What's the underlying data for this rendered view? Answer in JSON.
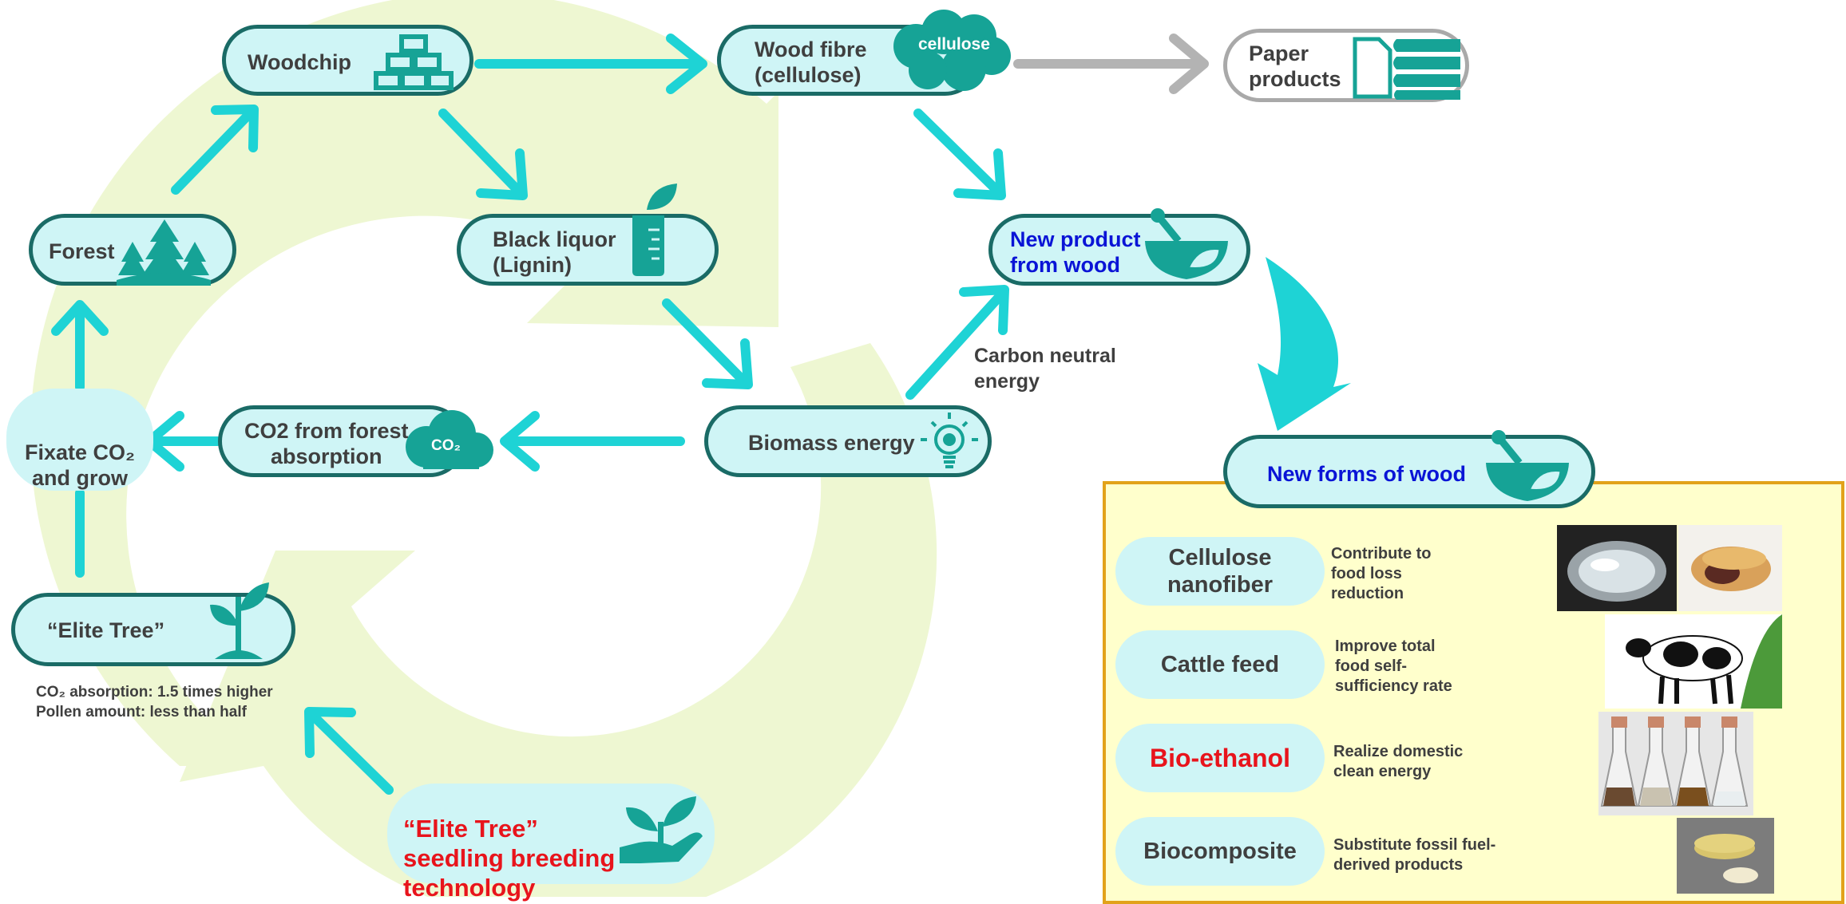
{
  "nodes": {
    "woodchip": "Woodchip",
    "wood_fibre": "Wood fibre\n(cellulose)",
    "cellulose_cloud": "cellulose",
    "paper_products": "Paper\nproducts",
    "forest": "Forest",
    "black_liquor": "Black liquor\n(Lignin)",
    "new_product": "New product\nfrom wood",
    "biomass_energy": "Biomass energy",
    "co2_forest": "CO2 from forest\nabsorption",
    "co2_cloud": "CO₂",
    "fixate": "Fixate CO₂\nand grow",
    "elite_tree": "“Elite Tree”",
    "elite_seedling": "“Elite Tree”\nseedling breeding\ntechnology"
  },
  "notes": {
    "carbon_neutral": "Carbon neutral\nenergy",
    "elite_stats": "CO₂ absorption: 1.5 times higher\nPollen amount: less than half"
  },
  "new_forms": {
    "title": "New forms of wood",
    "items": [
      {
        "label": "Cellulose\nnanofiber",
        "desc": "Contribute to\nfood loss\nreduction"
      },
      {
        "label": "Cattle feed",
        "desc": "Improve total\nfood self-\nsufficiency rate"
      },
      {
        "label": "Bio-ethanol",
        "desc": "Realize domestic\nclean energy"
      },
      {
        "label": "Biocomposite",
        "desc": "Substitute fossil fuel-\nderived products"
      }
    ]
  },
  "colors": {
    "teal_arrow": "#1ed3d5",
    "node_border": "#1a6b66",
    "node_fill": "#cff5f6",
    "icon_teal": "#16a396",
    "blue_text": "#0a14d6",
    "red_text": "#e8141c",
    "panel_fill": "#ffffcc",
    "panel_border": "#e2a21a",
    "cycle_green": "#eef7d2",
    "gray_arrow": "#b3b3b3"
  }
}
